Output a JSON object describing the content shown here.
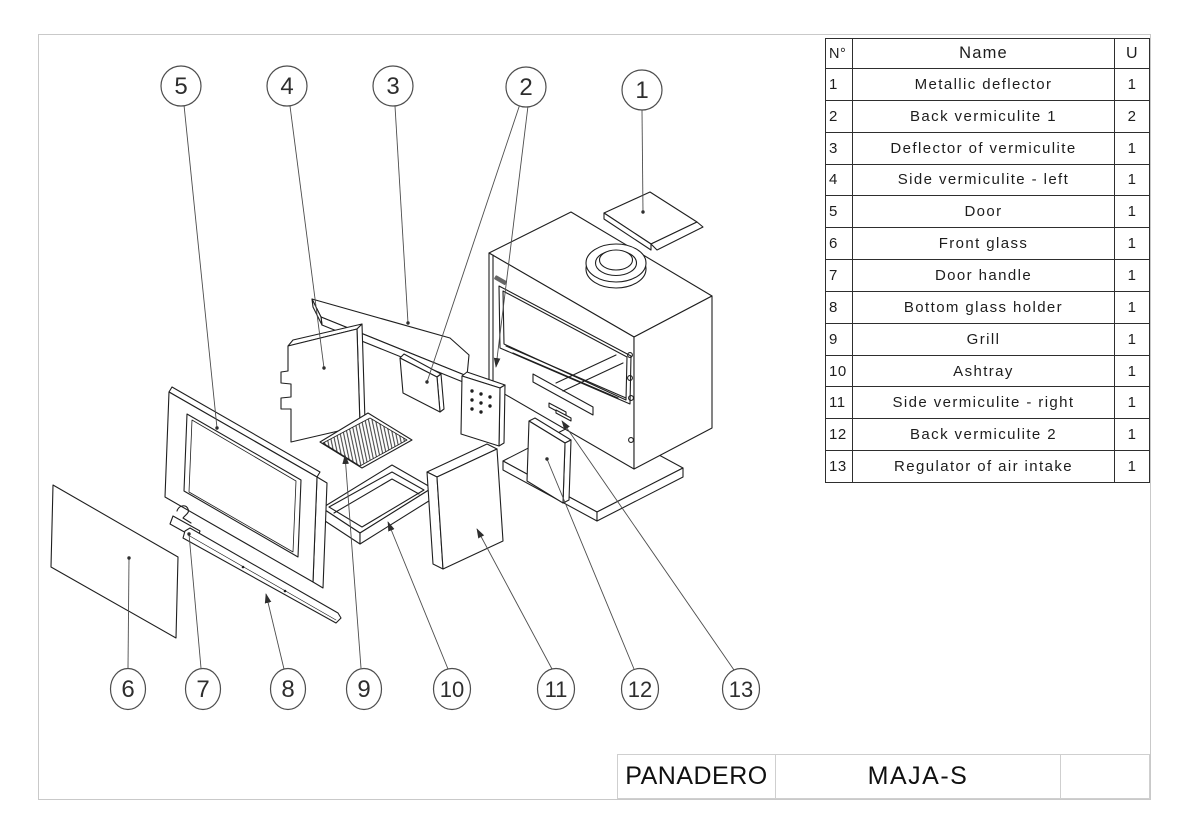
{
  "sheet": {
    "background": "#ffffff",
    "frame_color": "#c9c9c9",
    "line_color": "#1f1f1f",
    "leader_color": "#4d4d4d"
  },
  "title_block": {
    "brand": "PANADERO",
    "model": "MAJA-S",
    "extra": ""
  },
  "parts_table": {
    "headers": {
      "number": "N°",
      "name": "Name",
      "units": "U"
    },
    "rows": [
      {
        "number": "1",
        "name": "Metallic deflector",
        "units": "1"
      },
      {
        "number": "2",
        "name": "Back vermiculite 1",
        "units": "2"
      },
      {
        "number": "3",
        "name": "Deflector of vermiculite",
        "units": "1"
      },
      {
        "number": "4",
        "name": "Side vermiculite - left",
        "units": "1"
      },
      {
        "number": "5",
        "name": "Door",
        "units": "1"
      },
      {
        "number": "6",
        "name": "Front glass",
        "units": "1"
      },
      {
        "number": "7",
        "name": "Door handle",
        "units": "1"
      },
      {
        "number": "8",
        "name": "Bottom glass holder",
        "units": "1"
      },
      {
        "number": "9",
        "name": "Grill",
        "units": "1"
      },
      {
        "number": "10",
        "name": "Ashtray",
        "units": "1"
      },
      {
        "number": "11",
        "name": "Side vermiculite - right",
        "units": "1"
      },
      {
        "number": "12",
        "name": "Back vermiculite 2",
        "units": "1"
      },
      {
        "number": "13",
        "name": "Regulator of air intake",
        "units": "1"
      }
    ]
  },
  "diagram": {
    "balloons": [
      {
        "label": "1"
      },
      {
        "label": "2"
      },
      {
        "label": "3"
      },
      {
        "label": "4"
      },
      {
        "label": "5"
      },
      {
        "label": "6"
      },
      {
        "label": "7"
      },
      {
        "label": "8"
      },
      {
        "label": "9"
      },
      {
        "label": "10"
      },
      {
        "label": "11"
      },
      {
        "label": "12"
      },
      {
        "label": "13"
      }
    ]
  }
}
